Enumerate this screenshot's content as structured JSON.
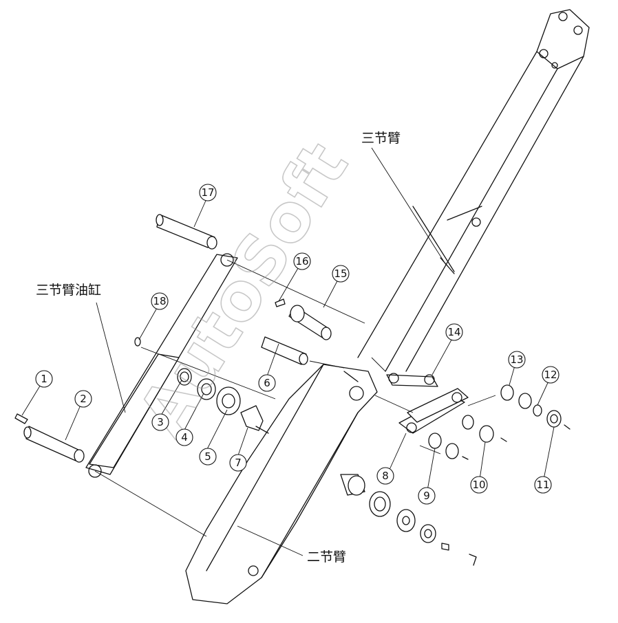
{
  "labels": {
    "third_arm": "三节臂",
    "third_arm_cylinder": "三节臂油缸",
    "second_arm": "二节臂"
  },
  "watermark": "AutoSoft",
  "callouts": [
    "1",
    "2",
    "3",
    "4",
    "5",
    "6",
    "7",
    "8",
    "9",
    "10",
    "11",
    "12",
    "13",
    "14",
    "15",
    "16",
    "17",
    "18"
  ]
}
